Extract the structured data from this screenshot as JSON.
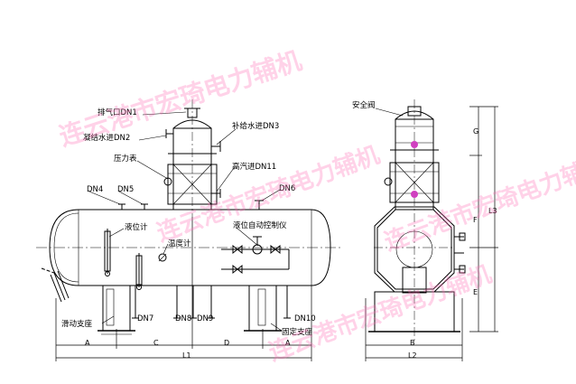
{
  "labels": {
    "vent": "排气口DN1",
    "condensate_in": "凝结水进DN2",
    "makeup_water": "补给水进DN3",
    "pressure_gauge": "压力表",
    "high_steam": "高汽进DN11",
    "dn4": "DN4",
    "dn5": "DN5",
    "dn6": "DN6",
    "level_gauge": "液位计",
    "level_controller": "液位自动控制仪",
    "thermometer": "温度计",
    "sliding_support": "滑动支座",
    "dn7": "DN7",
    "dn8": "DN8",
    "dn9": "DN9",
    "dn10": "DN10",
    "fixed_support": "固定支座",
    "safety_valve": "安全阀"
  },
  "dimensions": {
    "A1": "A",
    "C": "C",
    "D": "D",
    "A2": "A",
    "L1": "L1",
    "B": "B",
    "L2": "L2",
    "G": "G",
    "F": "F",
    "E": "E",
    "L3": "L3"
  },
  "watermarks": [
    "连云港市宏琦电力辅机",
    "连云港市宏琦电力辅机",
    "连云港市宏琦电力辅机",
    "连云港市宏琦电力辅机"
  ],
  "colors": {
    "line": "#000000",
    "watermark": "#ff69b4",
    "magenta_mark": "#d040c0"
  }
}
